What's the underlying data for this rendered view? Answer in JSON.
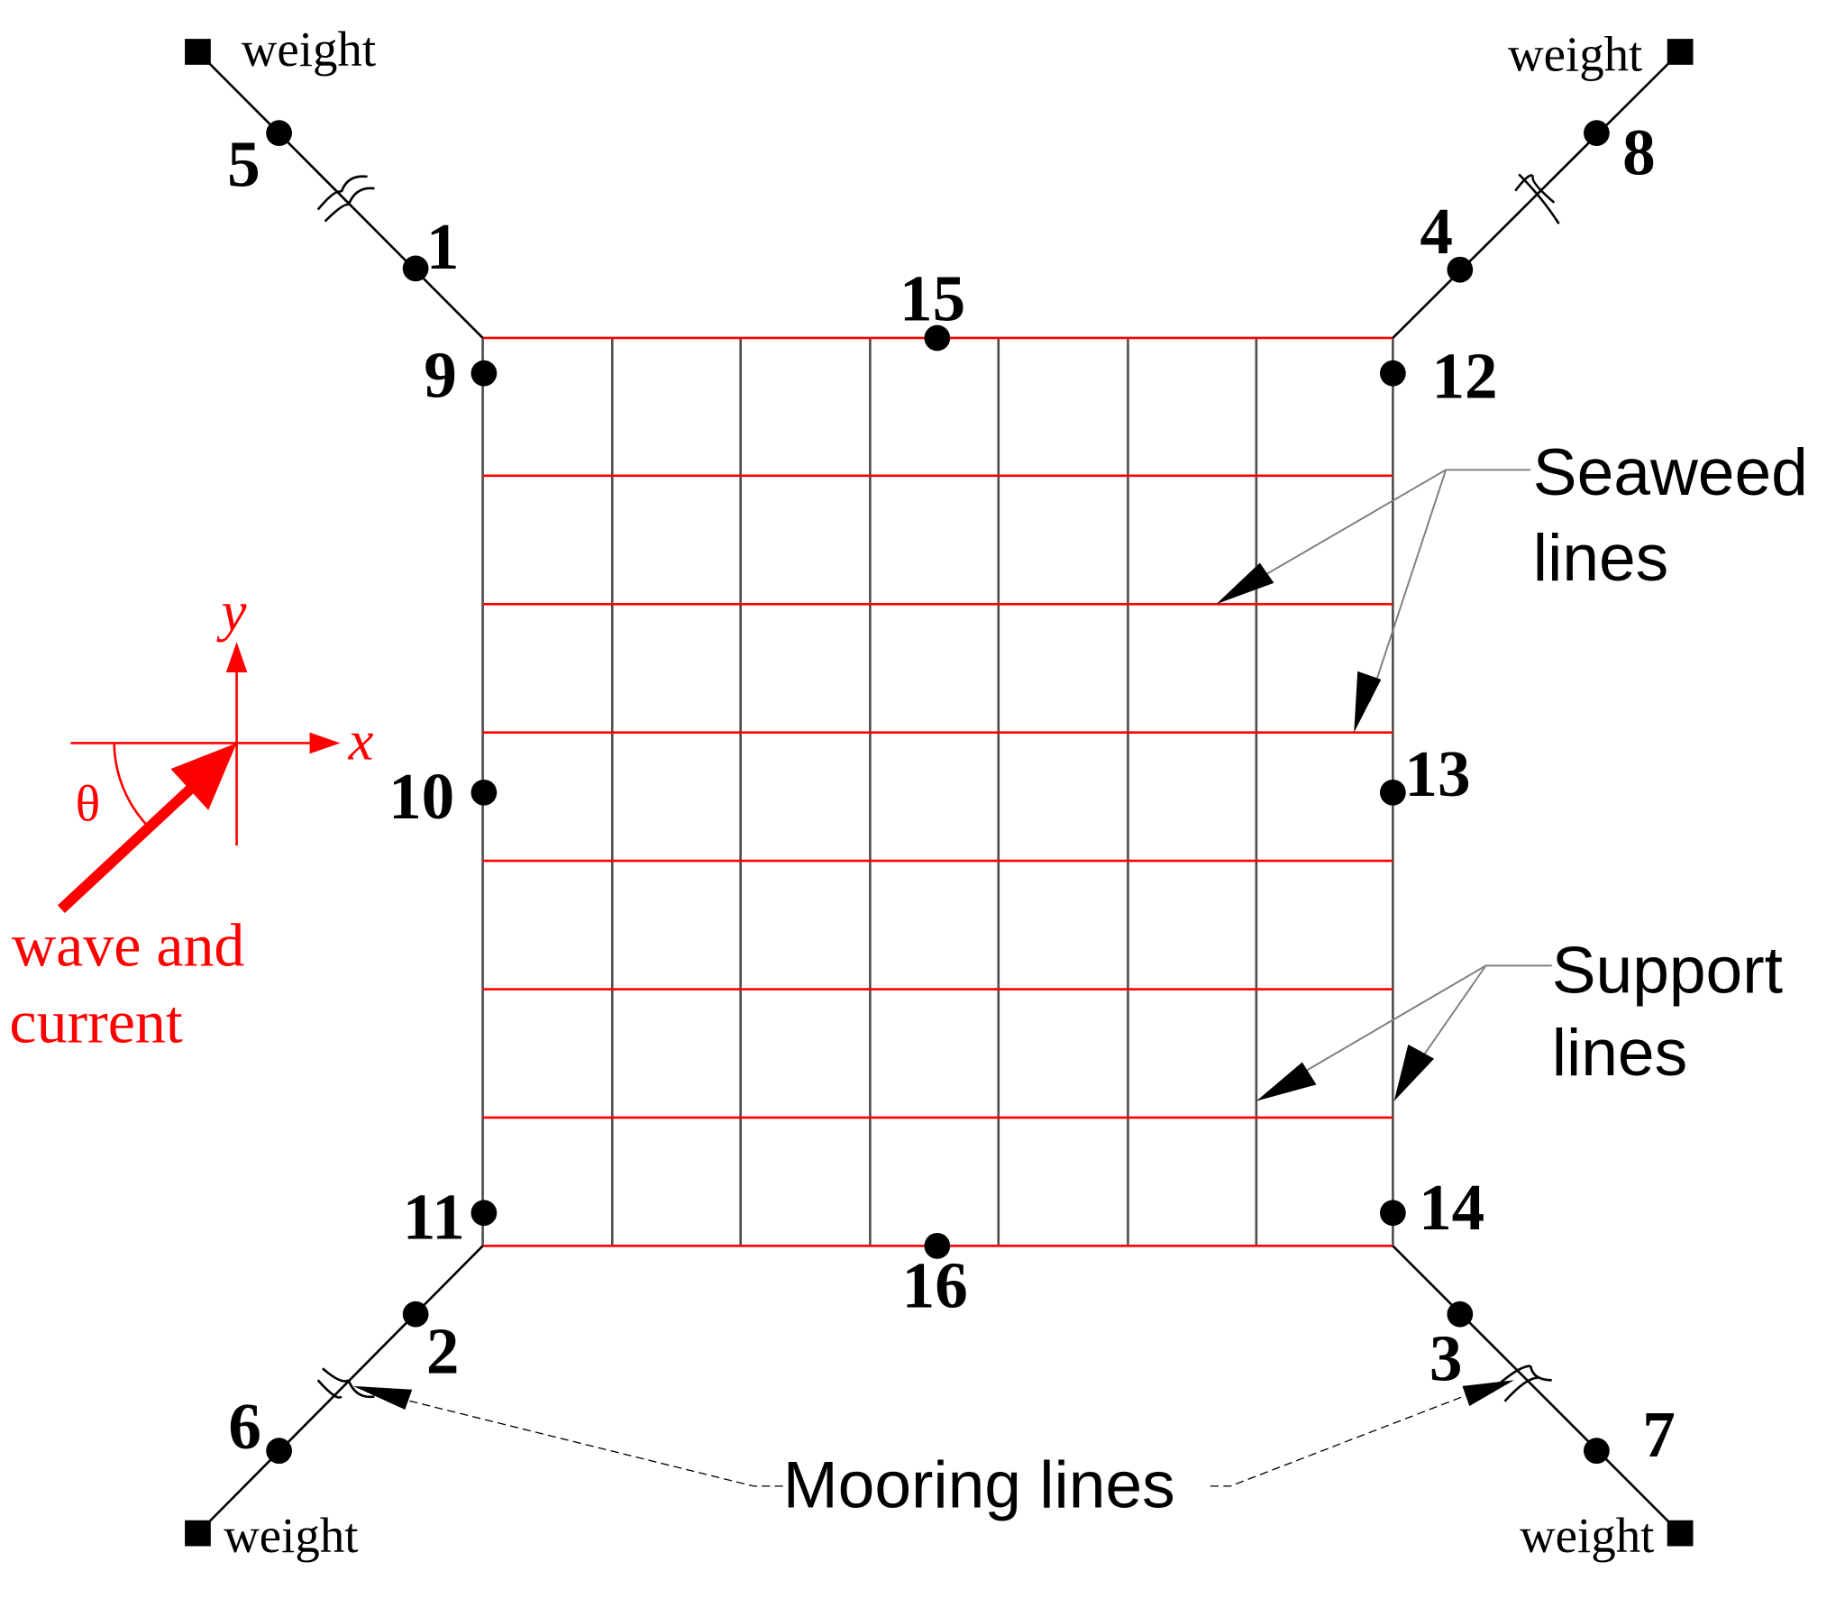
{
  "weights": [
    "weight",
    "weight",
    "weight",
    "weight"
  ],
  "nodes": [
    "1",
    "2",
    "3",
    "4",
    "5",
    "6",
    "7",
    "8",
    "9",
    "10",
    "11",
    "12",
    "13",
    "14",
    "15",
    "16"
  ],
  "annotations": {
    "seaweed_line1": "Seaweed",
    "seaweed_line2": "lines",
    "support_line1": "Support",
    "support_line2": "lines",
    "mooring": "Mooring lines"
  },
  "axes": {
    "x": "x",
    "y": "y",
    "angle": "θ"
  },
  "flow": {
    "line1": "wave and",
    "line2": "current"
  },
  "colors": {
    "support": "#ff0000",
    "seaweed": "#4d4d4d",
    "mooring": "#000000",
    "flow": "#ff0000",
    "leader": "#7f7f7f"
  }
}
